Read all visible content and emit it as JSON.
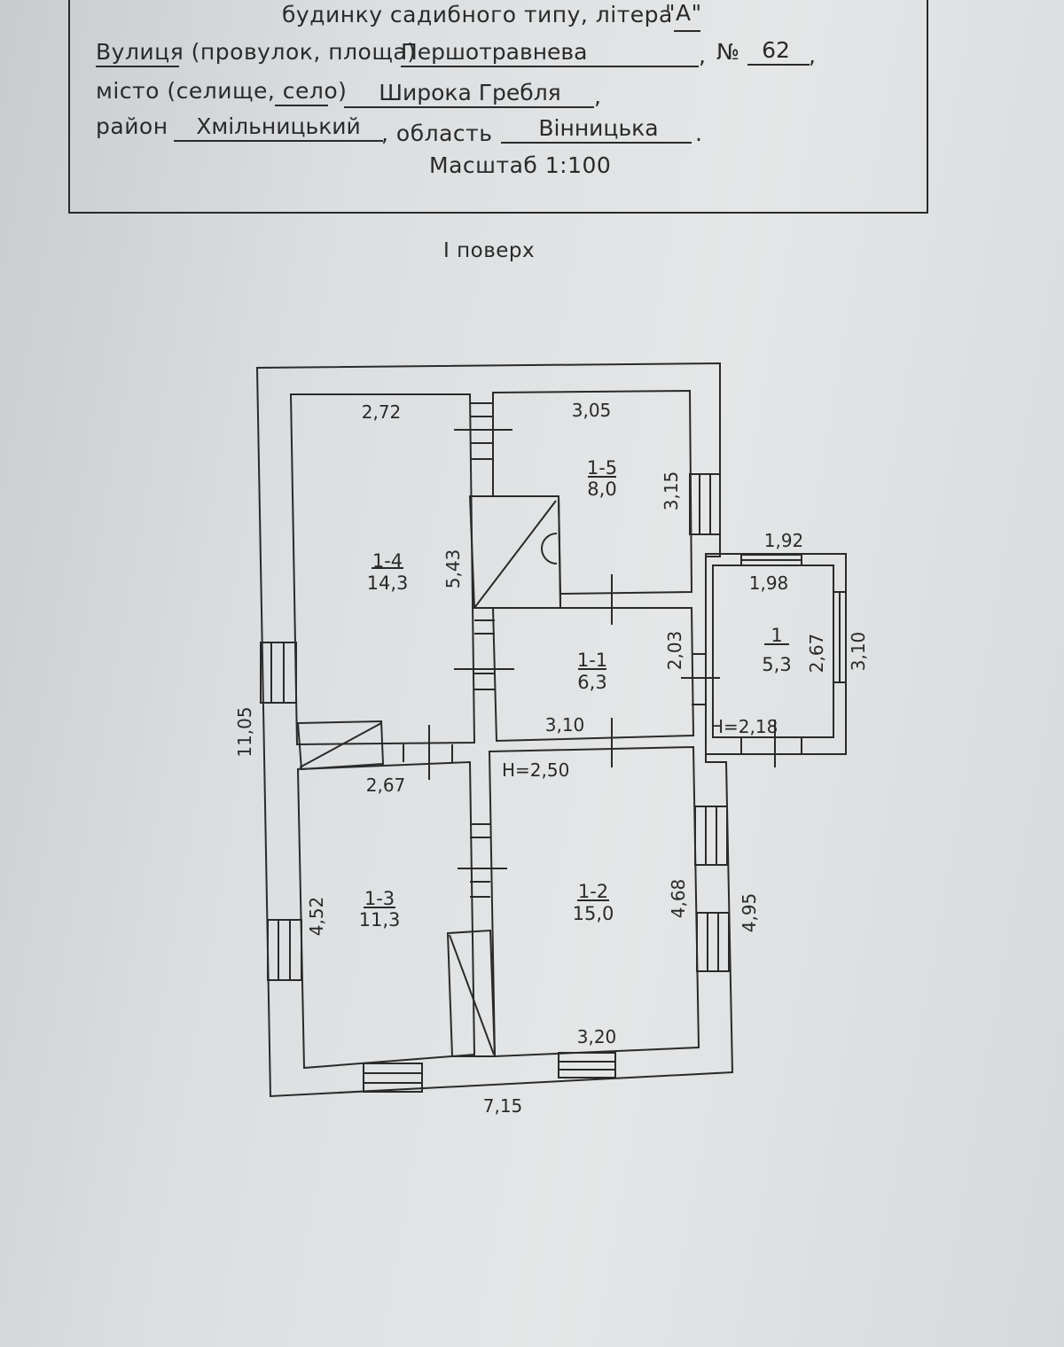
{
  "header": {
    "line1": "будинку садибного типу, літера",
    "letter": "\"А\"",
    "street_label": "Вулиця (провулок, площа)",
    "street_value": "Першотравнева",
    "number_label": "№",
    "number_value": "62",
    "city_label": "місто (селище, село)",
    "city_value": "Широка Гребля",
    "district_label": "район",
    "district_value": "Хмільницький",
    "region_label": ", область",
    "region_value": "Вінницька",
    "scale": "Масштаб 1:100"
  },
  "floor_label": "І поверх",
  "rooms": [
    {
      "id": "1-4",
      "area": "14,3"
    },
    {
      "id": "1-5",
      "area": "8,0"
    },
    {
      "id": "1-1",
      "area": "6,3"
    },
    {
      "id": "1-3",
      "area": "11,3"
    },
    {
      "id": "1-2",
      "area": "15,0"
    },
    {
      "id": "1",
      "area": "5,3"
    }
  ],
  "dimensions": {
    "d272": "2,72",
    "d305": "3,05",
    "d315": "3,15",
    "d543": "5,43",
    "d192": "1,92",
    "d198": "1,98",
    "d203": "2,03",
    "d267v": "2,67",
    "d310v": "3,10",
    "d310": "3,10",
    "d1105": "11,05",
    "d267": "2,67",
    "d452": "4,52",
    "d468": "4,68",
    "d495": "4,95",
    "d320": "3,20",
    "d715": "7,15"
  },
  "heights": {
    "main": "H=2,50",
    "annex": "H=2,18"
  }
}
